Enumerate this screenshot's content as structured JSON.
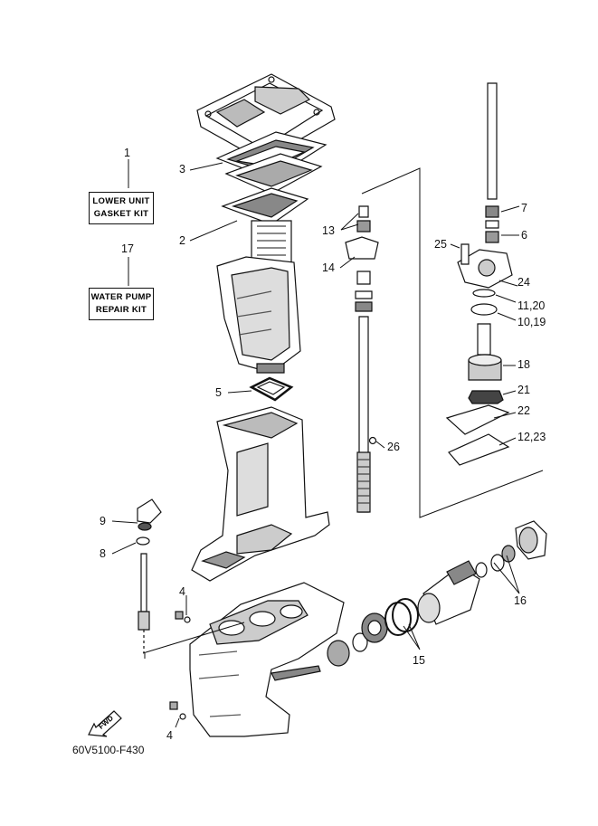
{
  "kits": [
    {
      "callout": "1",
      "lines": [
        "LOWER UNIT",
        "GASKET KIT"
      ]
    },
    {
      "callout": "17",
      "lines": [
        "WATER PUMP",
        "REPAIR KIT"
      ]
    }
  ],
  "callouts": {
    "c1": "1",
    "c2": "2",
    "c3": "3",
    "c4a": "4",
    "c4b": "4",
    "c5": "5",
    "c6": "6",
    "c7": "7",
    "c8": "8",
    "c9": "9",
    "c10_19": "10,19",
    "c11_20": "11,20",
    "c12_23": "12,23",
    "c13": "13",
    "c14": "14",
    "c15": "15",
    "c16": "16",
    "c17": "17",
    "c18": "18",
    "c21": "21",
    "c22": "22",
    "c24": "24",
    "c25": "25",
    "c26": "26"
  },
  "fwd_label": "FWD",
  "ref_code": "60V5100-F430"
}
